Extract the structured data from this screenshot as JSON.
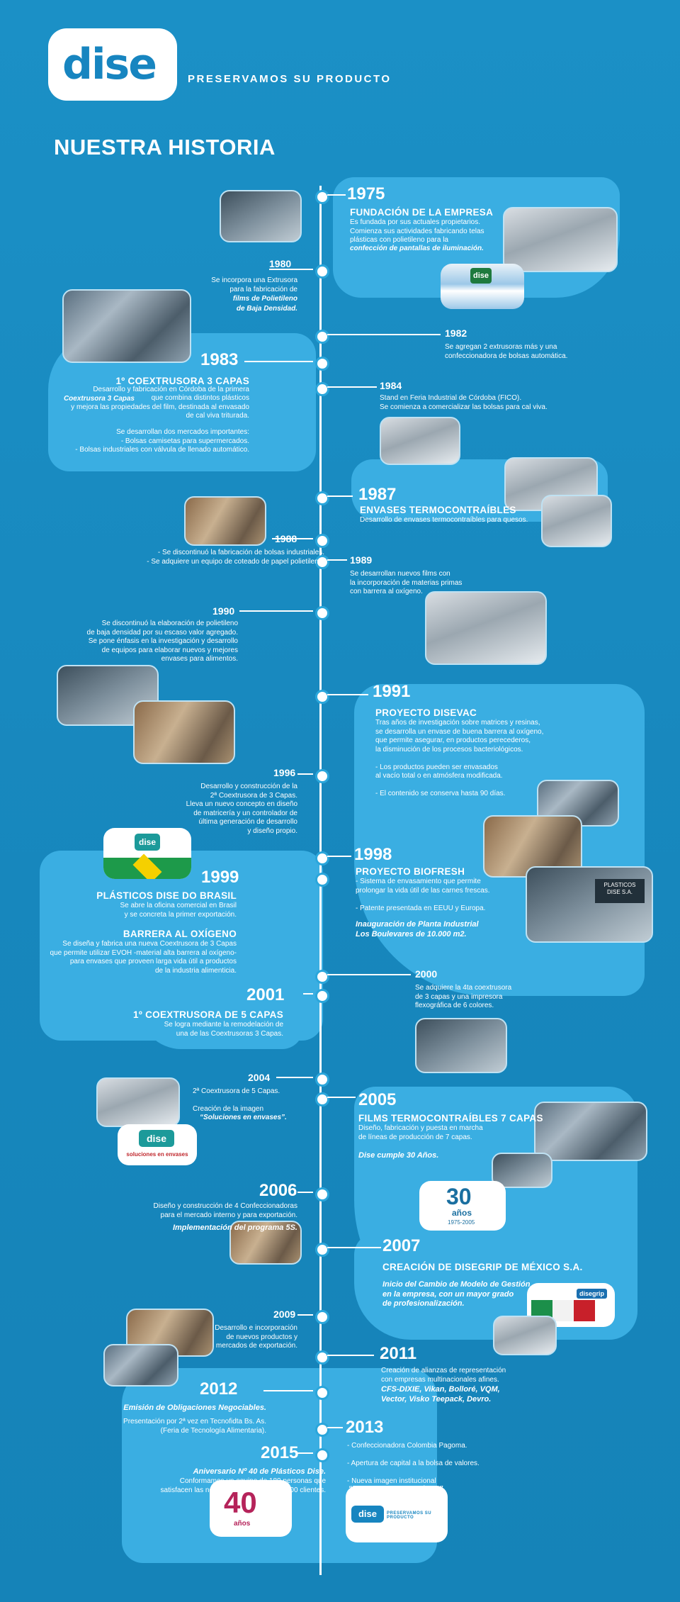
{
  "header": {
    "logo": "dise",
    "tagline": "PRESERVAMOS SU PRODUCTO",
    "title": "NUESTRA HISTORIA"
  },
  "colors": {
    "background": "#1a8cc2",
    "panel": "#3aaee2",
    "line": "#ffffff"
  },
  "timeline": {
    "y1975": {
      "year": "1975",
      "title": "FUNDACIÓN DE LA EMPRESA",
      "text": "Es fundada por sus actuales propietarios.\nComienza sus actividades fabricando telas\nplásticas con polietileno para la",
      "highlight": "confección de pantallas de iluminación."
    },
    "y1980": {
      "year": "1980",
      "text": "Se incorpora una Extrusora\npara la fabricación de",
      "highlight": "films de Polietileno\nde Baja Densidad."
    },
    "y1982": {
      "year": "1982",
      "text": "Se agregan 2 extrusoras más y una\nconfeccionadora de bolsas automática."
    },
    "y1983": {
      "year": "1983",
      "title": "1º COEXTRUSORA 3 CAPAS",
      "text1": "Desarrollo y fabricación en Córdoba de la primera",
      "highlight": "Coextrusora 3 Capas",
      "text2": "que combina distintos plásticos\ny mejora las propiedades del film, destinada al envasado\nde cal viva triturada.",
      "text3": "Se desarrollan dos mercados importantes:\n- Bolsas camisetas para supermercados.\n- Bolsas industriales con válvula de llenado automático."
    },
    "y1984": {
      "year": "1984",
      "text": "Stand en Feria Industrial de Córdoba (FICO).\nSe comienza a comercializar las bolsas para cal viva."
    },
    "y1987": {
      "year": "1987",
      "title": "ENVASES TERMOCONTRAÍBLES",
      "text": "Desarrollo de envases termocontraíbles para quesos."
    },
    "y1988": {
      "year": "1988",
      "text": "- Se discontinuó la fabricación de bolsas industriales.\n- Se adquiere un equipo de coteado de papel polietileno."
    },
    "y1989": {
      "year": "1989",
      "text": "Se desarrollan nuevos films con\nla incorporación de materias primas\ncon barrera al oxígeno."
    },
    "y1990": {
      "year": "1990",
      "text": "Se discontinuó la elaboración de polietileno\nde baja densidad por su escaso valor agregado.\nSe pone énfasis en la investigación y desarrollo\nde equipos para elaborar nuevos y mejores\nenvases para alimentos."
    },
    "y1991": {
      "year": "1991",
      "title": "PROYECTO DISEVAC",
      "text": "Tras años de investigación sobre matrices y resinas,\nse desarrolla un envase de buena barrera al oxígeno,\nque permite asegurar, en productos perecederos,\nla disminución de los procesos bacteriológicos.\n\n- Los productos pueden ser envasados\nal vacío total o en atmósfera modificada.\n\n- El contenido se conserva hasta 90 días."
    },
    "y1996": {
      "year": "1996",
      "text": "Desarrollo y construcción de la\n2ª Coextrusora de 3 Capas.\nLleva un nuevo concepto en diseño\nde matricería y un controlador de\núltima generación de desarrollo\ny diseño propio."
    },
    "y1998": {
      "year": "1998",
      "title": "PROYECTO BIOFRESH",
      "text": "- Sistema de envasamiento que permite\nprolongar la vida útil de las carnes frescas.\n\n- Patente presentada en EEUU y Europa.",
      "highlight": "Inauguración de Planta Industrial\nLos Boulevares de 10.000 m2."
    },
    "y1999": {
      "year": "1999",
      "title": "PLÁSTICOS DISE DO BRASIL",
      "text": "Se abre la oficina comercial en Brasil\ny se concreta la primer exportación.",
      "title2": "BARRERA AL OXÍGENO",
      "text2": "Se diseña y fabrica una nueva Coextrusora de 3 Capas\nque permite utilizar EVOH -material alta barrera al oxígeno-\npara envases que proveen larga vida útil a productos\nde la industria alimenticia."
    },
    "y2000": {
      "year": "2000",
      "text": "Se adquiere la 4ta coextrusora\nde 3 capas y una impresora\nflexográfica de 6 colores."
    },
    "y2001": {
      "year": "2001",
      "title": "1º COEXTRUSORA DE 5 CAPAS",
      "text": "Se logra mediante la remodelación de\nuna de las Coextrusoras 3 Capas."
    },
    "y2004": {
      "year": "2004",
      "text": "2ª Coextrusora de 5 Capas.\n\nCreación de la imagen",
      "highlight": "“Soluciones en envases”."
    },
    "y2005": {
      "year": "2005",
      "title": "FILMS TERMOCONTRAÍBLES 7 CAPAS",
      "text": "Diseño, fabricación y puesta en marcha\nde líneas de producción de 7 capas.",
      "highlight": "Dise cumple 30 Años."
    },
    "y2006": {
      "year": "2006",
      "text": "Diseño y construcción de 4 Confeccionadoras\npara el mercado interno y para exportación.",
      "highlight": "Implementación del programa 5S."
    },
    "y2007": {
      "year": "2007",
      "title": "CREACIÓN DE DISEGRIP DE MÉXICO S.A.",
      "highlight": "Inicio del Cambio de Modelo de Gestión\nen la empresa, con un mayor grado\nde profesionalización."
    },
    "y2009": {
      "year": "2009",
      "text": "Desarrollo e incorporación\nde nuevos productos y\nmercados de exportación."
    },
    "y2011": {
      "year": "2011",
      "text": "Creación de alianzas de representación\ncon empresas multinacionales afines.",
      "highlight": "CFS-DIXIE, Vikan, Bolloré, VQM,\nVector, Visko Teepack, Devro."
    },
    "y2012": {
      "year": "2012",
      "highlight": "Emisión de Obligaciones Negociables.",
      "text": "Presentación por 2ª vez en Tecnofidta Bs. As.\n(Feria de Tecnología Alimentaria)."
    },
    "y2013": {
      "year": "2013",
      "text": "- Confeccionadora Colombia Pagoma.\n\n- Apertura de capital a la bolsa de valores.\n\n- Nueva imagen institucional",
      "highlight": "“Preservamos su producto”."
    },
    "y2015": {
      "year": "2015",
      "highlight": "Aniversario Nº 40 de Plásticos Dise.",
      "text": "Conformamos un equipo de 180 personas que\nsatisfacen las necesidades de más de 2000 clientes."
    }
  },
  "cards": {
    "dise_logo": "dise",
    "soluciones": "soluciones en envases",
    "anos30_num": "30",
    "anos30_word": "años",
    "anos30_range": "1975-2005",
    "anos40_num": "40",
    "anos40_word": "años",
    "disegrip": "disegrip",
    "preservamos": "PRESERVAMOS SU PRODUCTO",
    "sign_text": "PLASTICOS\nDISE S.A."
  }
}
